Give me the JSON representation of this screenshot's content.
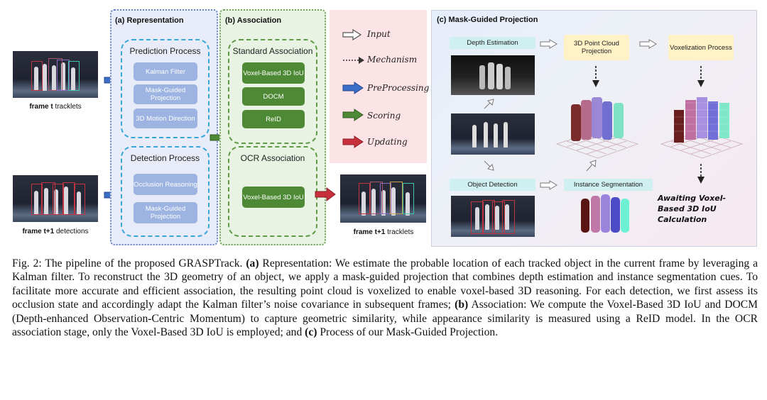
{
  "panels": {
    "representation": {
      "title": "(a) Representation",
      "prediction_title": "Prediction Process",
      "prediction_items": [
        "Kalman Filter",
        "Mask-Guided Projection",
        "3D Motion Direction"
      ],
      "detection_title": "Detection Process",
      "detection_items": [
        "Occlusion Reasoning",
        "Mask-Guided Projection"
      ]
    },
    "association": {
      "title": "(b) Association",
      "standard_title": "Standard Association",
      "standard_items": [
        "Voxel-Based 3D IoU",
        "DOCM",
        "ReID"
      ],
      "ocr_title": "OCR Association",
      "ocr_items": [
        "Voxel-Based 3D IoU"
      ]
    },
    "projection": {
      "title": "(c) Mask-Guided Projection",
      "depth_estimation": "Depth Estimation",
      "object_detection": "Object Detection",
      "point_cloud": "3D Point Cloud Projection",
      "voxelization": "Voxelization Process",
      "instance_segmentation": "Instance Segmentation",
      "awaiting": "Awaiting Voxel-Based 3D IoU Calculation"
    }
  },
  "legend": [
    "Input",
    "Mechanism",
    "PreProcessing",
    "Scoring",
    "Updating"
  ],
  "left_captions": {
    "frame_t_bold": "frame t",
    "frame_t_rest": " tracklets",
    "frame_t1_bold": "frame t+1",
    "frame_t1_rest": " detections",
    "frame_out_bold": "frame t+1",
    "frame_out_rest": " tracklets"
  },
  "caption": {
    "p1": "Fig. 2: The pipeline of the proposed GRASPTrack. ",
    "a_label": "(a)",
    "p2": " Representation: We estimate the probable location of each tracked object in the current frame by leveraging a Kalman filter. To reconstruct the 3D geometry of an object, we apply a mask-guided projection that combines depth estimation and instance segmentation cues. To facilitate more accurate and efficient association, the resulting point cloud is voxelized to enable voxel-based 3D reasoning. For each detection, we first assess its occlusion state and accordingly adapt the Kalman filter’s noise covariance in subsequent frames; ",
    "b_label": "(b)",
    "p3": " Association: We compute the Voxel-Based 3D IoU and DOCM (Depth-enhanced Observation-Centric Momentum) to capture geometric similarity, while appearance similarity is measured using a ReID model. In the OCR association stage, only the Voxel-Based 3D IoU is employed; and ",
    "c_label": "(c)",
    "p4": " Process of our Mask-Guided Projection."
  },
  "colors": {
    "blue_panel": "#e8ecf8",
    "green_panel": "#e9f3e4",
    "pink_panel": "#fbe3e6",
    "blue_box": "#9db3e2",
    "green_box": "#4e8a35",
    "arrow_blue": "#3b6ec9",
    "arrow_green": "#4e8a35",
    "arrow_red": "#c62f3b"
  }
}
